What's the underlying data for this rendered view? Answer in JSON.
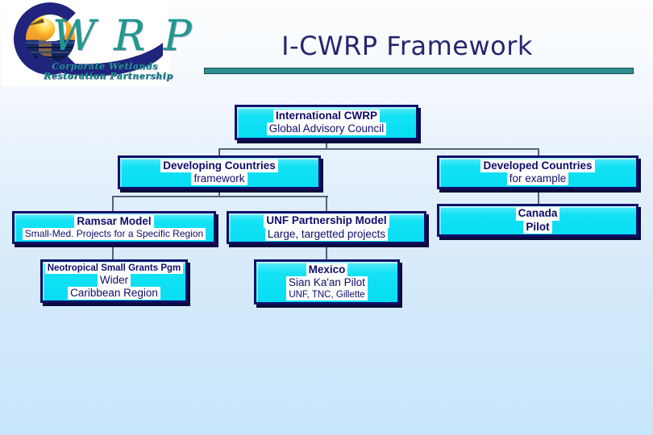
{
  "slide": {
    "title": "I-CWRP Framework"
  },
  "logo": {
    "letters": "W R P",
    "tagline1": "Corporate Wetlands",
    "tagline2": "Restoration Partnership"
  },
  "colors": {
    "node_fill": "#12E2F5",
    "node_border": "#10106A",
    "node_shadow": "#0B0B3C",
    "node_text": "#0D0D6B",
    "text_highlight": "#FFFFFF",
    "connector": "#56627A",
    "accent_bar": "#2E9191",
    "title_text": "#26266E",
    "background_top": "#FDFDFE",
    "background_bottom": "#C8E6FB",
    "logo_navy": "#20247C",
    "logo_teal": "#1F998C"
  },
  "diagram": {
    "nodes": {
      "international": {
        "lines": [
          "International CWRP",
          "Global Advisory Council"
        ]
      },
      "developing": {
        "lines": [
          "Developing Countries",
          "framework"
        ]
      },
      "developed": {
        "lines": [
          "Developed Countries",
          "for example"
        ]
      },
      "ramsar": {
        "lines": [
          "Ramsar Model",
          "Small-Med. Projects for a Specific Region"
        ]
      },
      "unf": {
        "lines": [
          "UNF Partnership Model",
          "Large, targetted projects"
        ]
      },
      "canada": {
        "lines": [
          "Canada",
          "Pilot"
        ]
      },
      "neotropical": {
        "lines": [
          "Neotropical Small Grants Pgm",
          "Wider",
          "Caribbean Region"
        ]
      },
      "mexico": {
        "lines": [
          "Mexico",
          "Sian Ka'an Pilot",
          "UNF, TNC, Gillette"
        ]
      }
    },
    "edges": [
      [
        "international",
        "developing"
      ],
      [
        "international",
        "developed"
      ],
      [
        "developing",
        "ramsar"
      ],
      [
        "developing",
        "unf"
      ],
      [
        "developed",
        "canada"
      ],
      [
        "ramsar",
        "neotropical"
      ],
      [
        "unf",
        "mexico"
      ]
    ]
  }
}
